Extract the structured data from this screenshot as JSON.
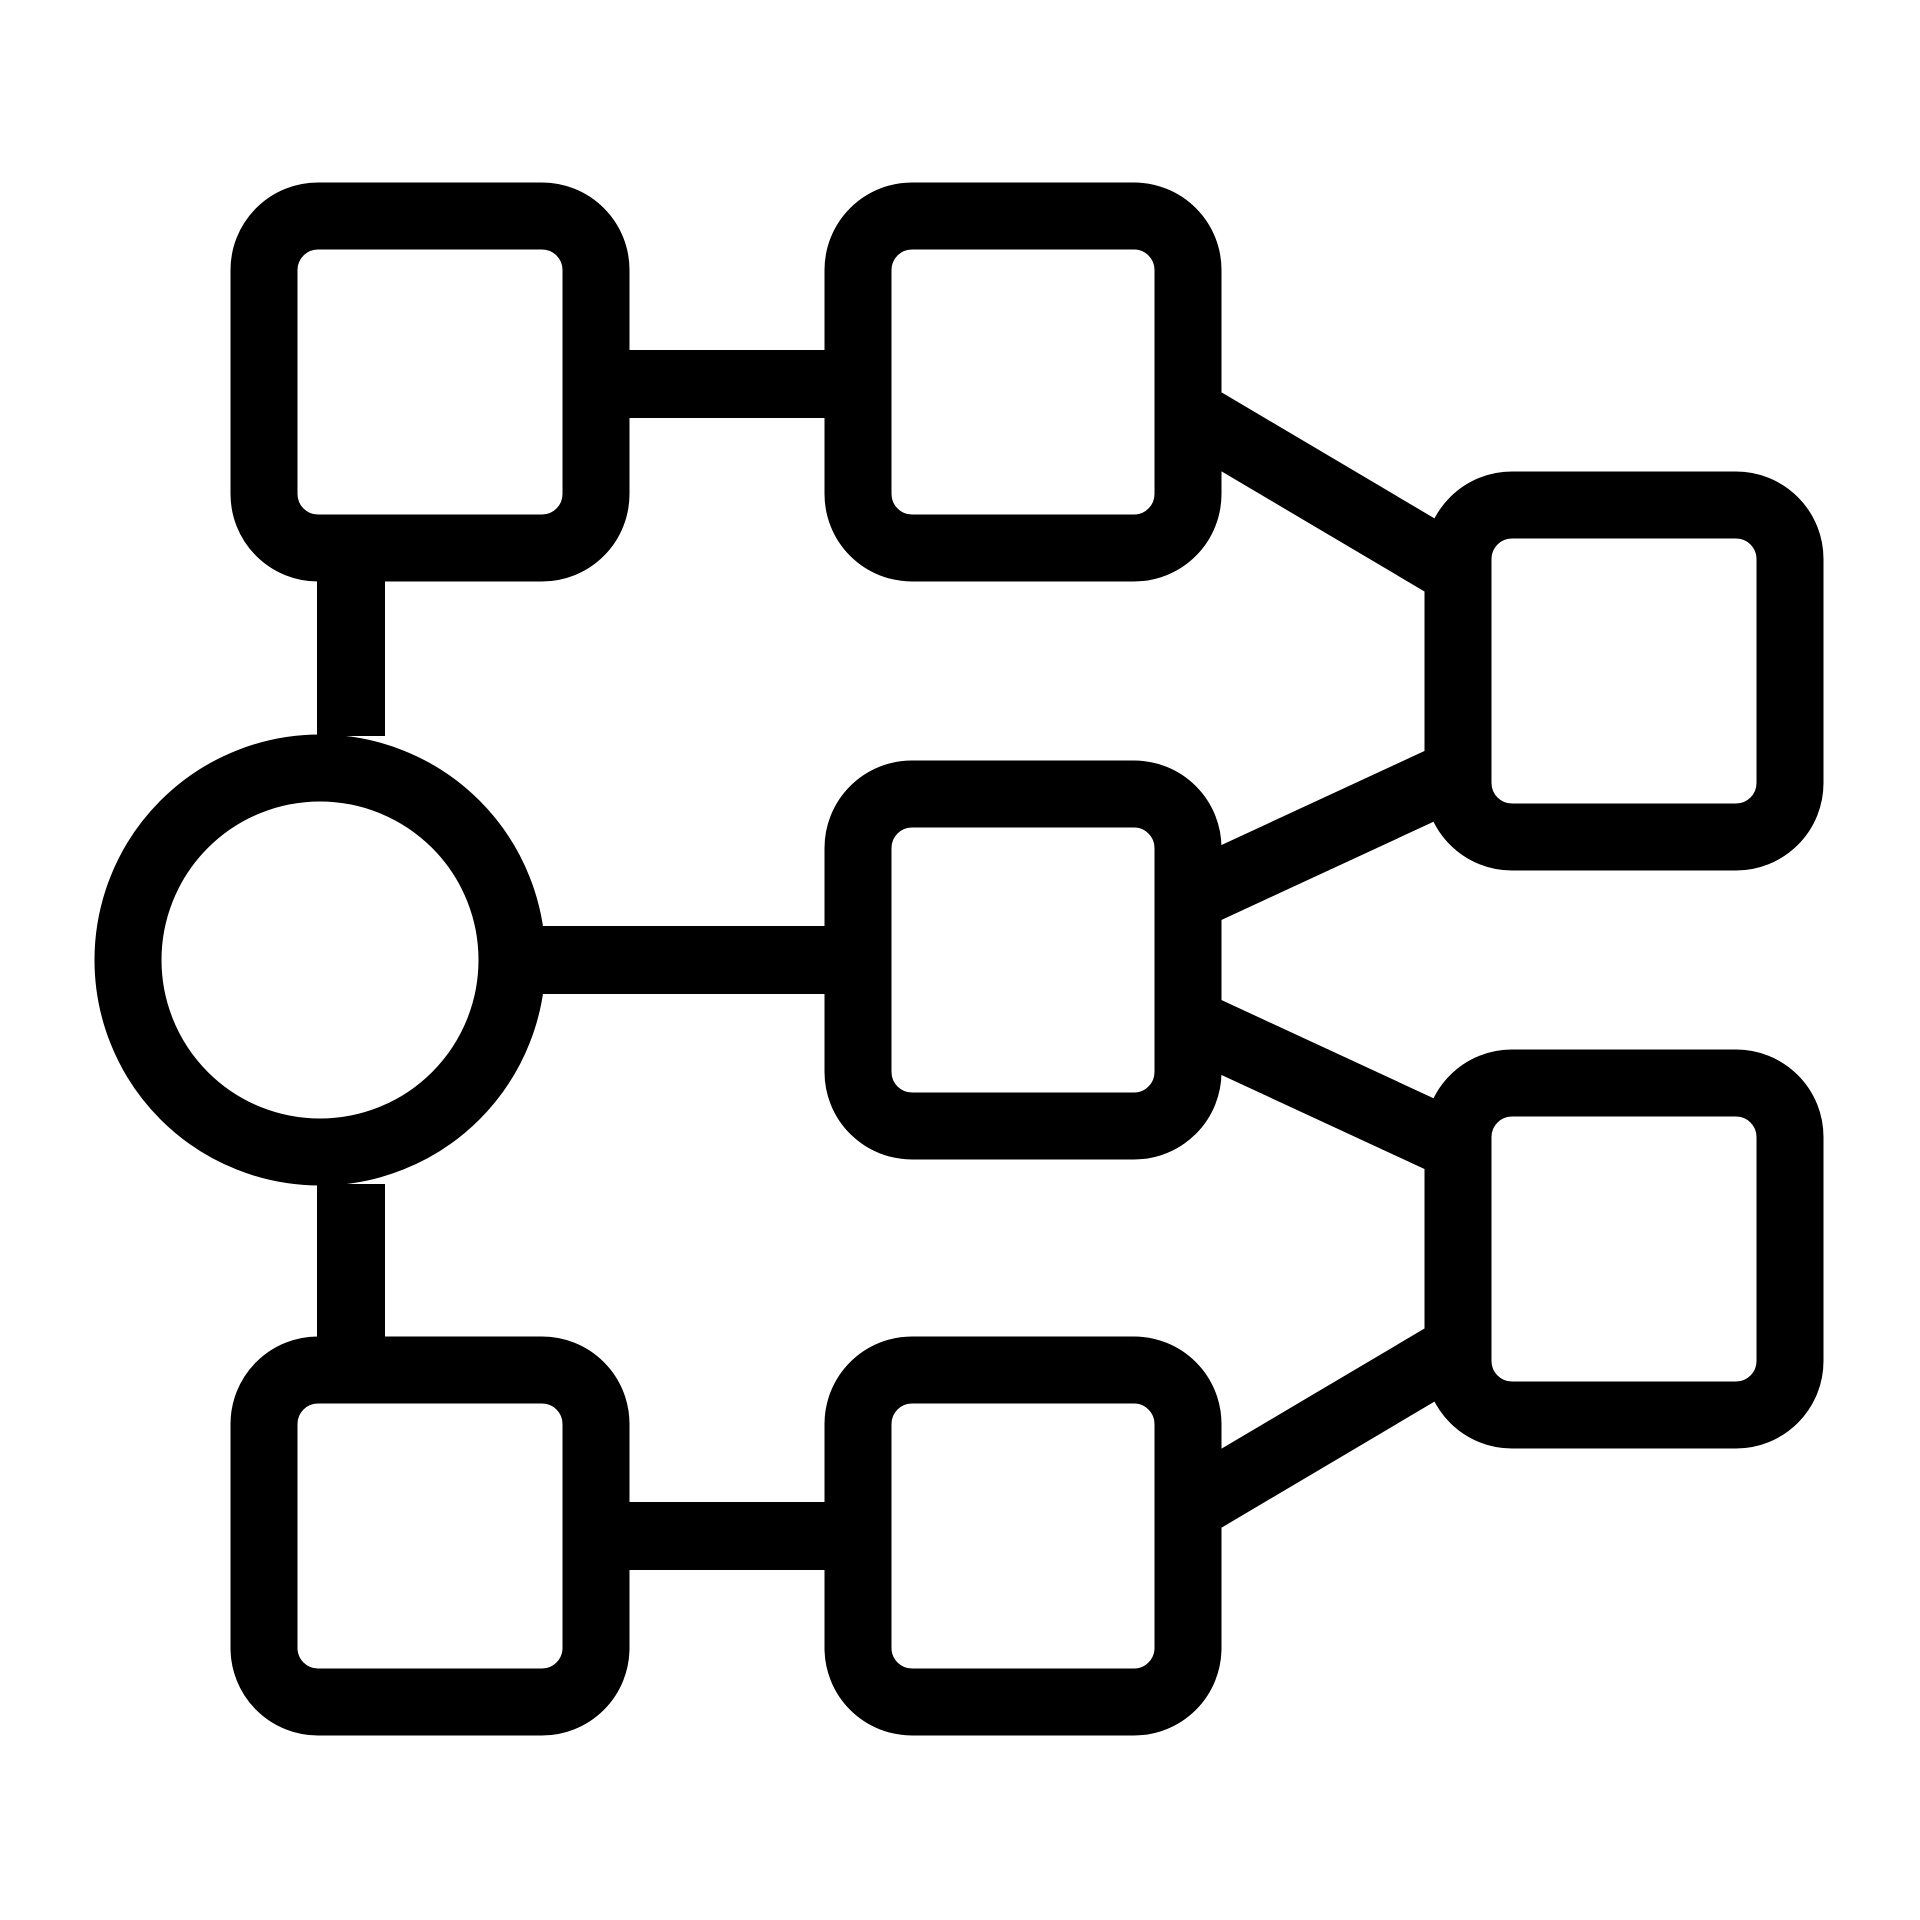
{
  "diagram": {
    "kind": "network-hierarchy-icon",
    "colors": {
      "stroke": "#000000",
      "background": "#ffffff"
    },
    "nodes": [
      {
        "id": "root-circle",
        "shape": "circle"
      },
      {
        "id": "box-top-left",
        "shape": "rounded-rect"
      },
      {
        "id": "box-top-middle",
        "shape": "rounded-rect"
      },
      {
        "id": "box-center",
        "shape": "rounded-rect"
      },
      {
        "id": "box-bottom-left",
        "shape": "rounded-rect"
      },
      {
        "id": "box-bottom-middle",
        "shape": "rounded-rect"
      },
      {
        "id": "box-right-upper",
        "shape": "rounded-rect"
      },
      {
        "id": "box-right-lower",
        "shape": "rounded-rect"
      }
    ],
    "edges": [
      {
        "from": "root-circle",
        "to": "box-top-left"
      },
      {
        "from": "root-circle",
        "to": "box-bottom-left"
      },
      {
        "from": "root-circle",
        "to": "box-center"
      },
      {
        "from": "box-top-left",
        "to": "box-top-middle"
      },
      {
        "from": "box-bottom-left",
        "to": "box-bottom-middle"
      },
      {
        "from": "box-top-middle",
        "to": "box-right-upper"
      },
      {
        "from": "box-center",
        "to": "box-right-upper"
      },
      {
        "from": "box-center",
        "to": "box-right-lower"
      },
      {
        "from": "box-bottom-middle",
        "to": "box-right-lower"
      }
    ]
  }
}
